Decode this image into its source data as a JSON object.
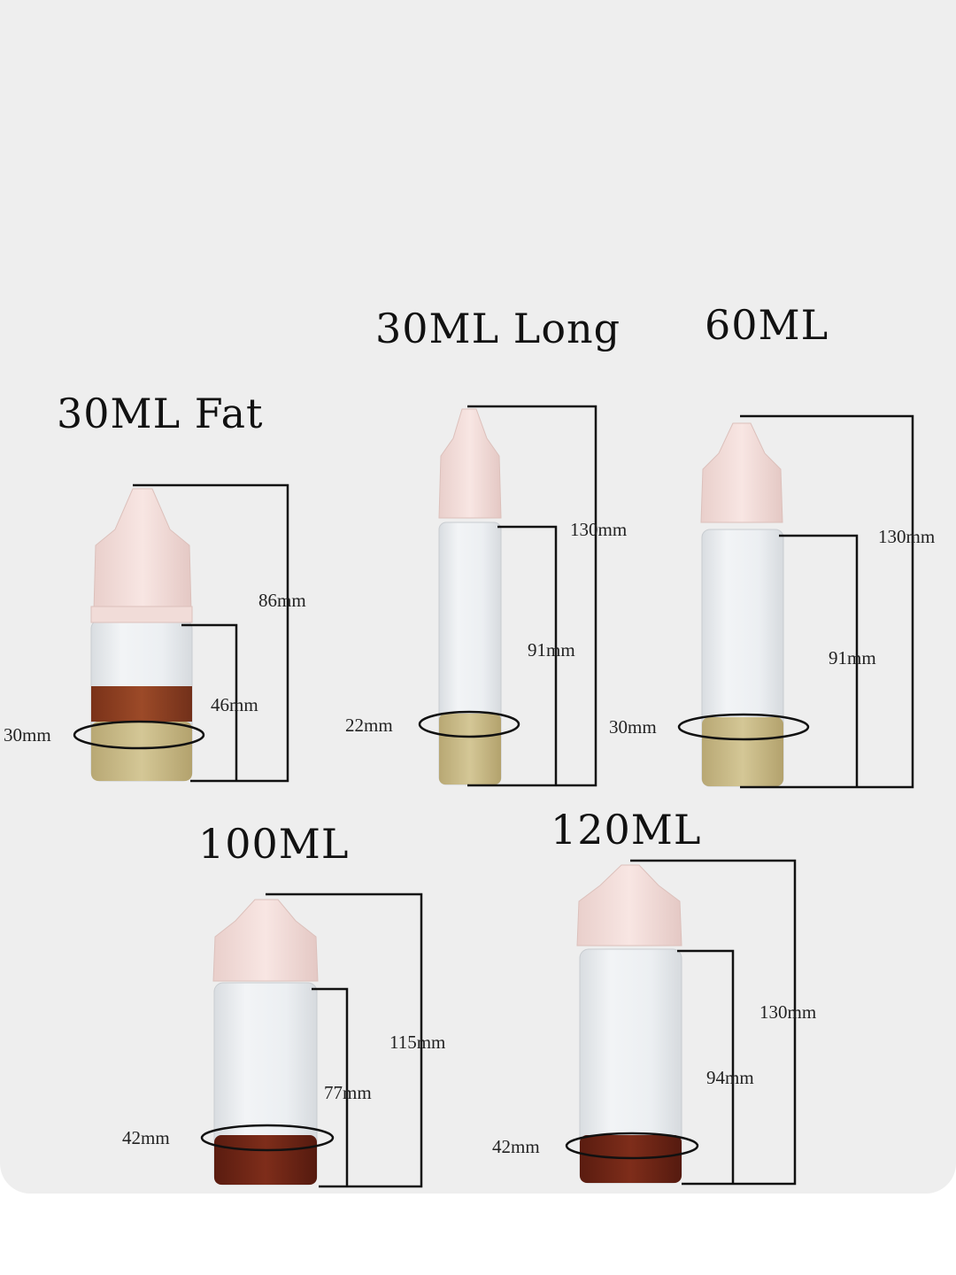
{
  "bottles": [
    {
      "title": "30ML Fat",
      "height": "86mm",
      "body_height": "46mm",
      "diameter": "30mm",
      "liquid": "dark-amber"
    },
    {
      "title": "30ML Long",
      "height": "130mm",
      "body_height": "91mm",
      "diameter": "22mm",
      "liquid": "light-yellow"
    },
    {
      "title": "60ML",
      "height": "130mm",
      "body_height": "91mm",
      "diameter": "30mm",
      "liquid": "light-yellow"
    },
    {
      "title": "100ML",
      "height": "115mm",
      "body_height": "77mm",
      "diameter": "42mm",
      "liquid": "red-brown"
    },
    {
      "title": "120ML",
      "height": "130mm",
      "body_height": "94mm",
      "diameter": "42mm",
      "liquid": "red-brown"
    }
  ],
  "colors": {
    "background": "#eeeeee",
    "cap": "#f3dcd8",
    "bottle_clear": "#e6e9ec",
    "liquid_yellow": "#c9bb8a",
    "liquid_amber": "#8a3e22",
    "liquid_red_brown": "#6a2416",
    "dimension_line": "#111111"
  }
}
